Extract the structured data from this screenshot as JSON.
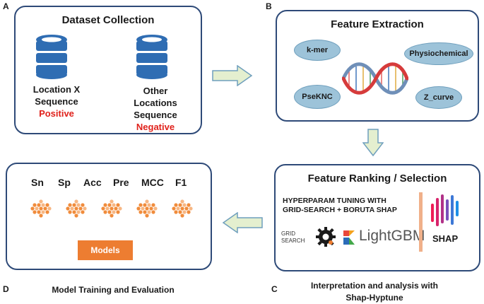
{
  "panels": {
    "a": {
      "letter": "A",
      "title": "Dataset Collection",
      "left_db": {
        "line1": "Location X",
        "line2": "Sequence",
        "tag": "Positive"
      },
      "right_db": {
        "line1": "Other",
        "line2": "Locations",
        "line3": "Sequence",
        "tag": "Negative"
      }
    },
    "b": {
      "letter": "B",
      "title": "Feature Extraction",
      "features": [
        "k-mer",
        "Physiochemical",
        "PseKNC",
        "Z_curve"
      ]
    },
    "c": {
      "letter": "C",
      "title": "Feature Ranking / Selection",
      "hyper_line1": "HYPERPARAM TUNING WITH",
      "hyper_line2": "GRID-SEARCH + BORUTA SHAP",
      "grid_line1": "GRID",
      "grid_line2": "SEARCH",
      "lightgbm": "LightGBM",
      "shap": "SHAP",
      "caption_line1": "Interpretation and analysis with",
      "caption_line2": "Shap-Hyptune"
    },
    "d": {
      "letter": "D",
      "metrics": [
        "Sn",
        "Sp",
        "Acc",
        "Pre",
        "MCC",
        "F1"
      ],
      "models_label": "Models",
      "caption": "Model Training and Evaluation"
    }
  },
  "colors": {
    "box_border": "#2e4a78",
    "db_blue": "#2f6db3",
    "ellipse_fill": "#9dc3d9",
    "arrow_fill": "#e4efcf",
    "arrow_stroke": "#6f9fbd",
    "negative_red": "#e0211b",
    "models_orange": "#ed7d31"
  },
  "icons": [
    "database-icon",
    "dna-helix-icon",
    "hexagon-cluster-icon",
    "gear-icon",
    "lightgbm-logo",
    "shap-logo"
  ]
}
